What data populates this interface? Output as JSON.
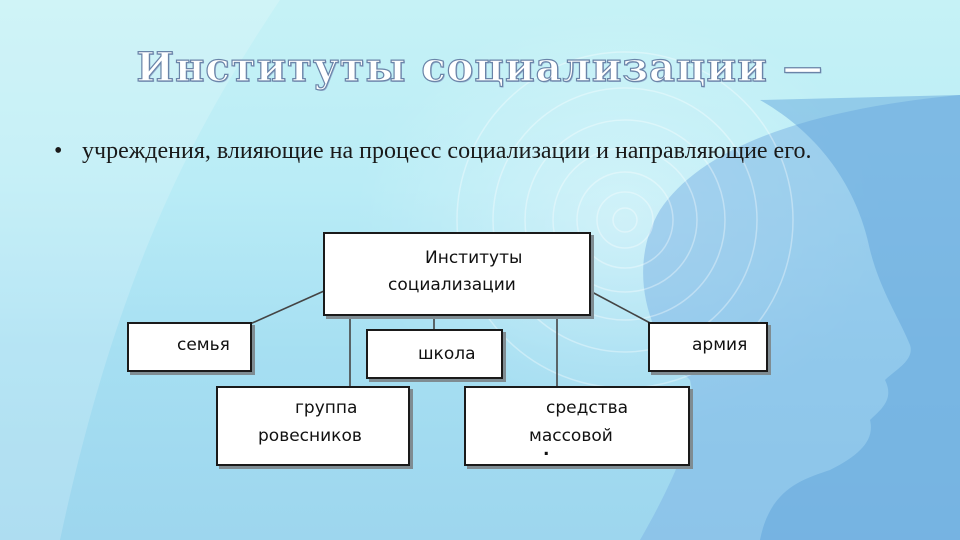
{
  "slide": {
    "title": "Институты социализации —",
    "bullet": "•",
    "text": "учреждения, влияющие на процесс социализации и направляющие его."
  },
  "diagram": {
    "root": {
      "line1": "Институты",
      "line2": "социализации"
    },
    "family": "семья",
    "school": "школа",
    "army": "армия",
    "peers": {
      "line1": "группа",
      "line2": "ровесников"
    },
    "media": {
      "line1": "средства",
      "line2": "массовой",
      "line3": "."
    }
  },
  "colors": {
    "background": "#b9ecf6",
    "title_fill": "#ffffff",
    "title_outline": "#6a84a8",
    "box_border": "#1a1a1a",
    "connector": "#444444"
  }
}
